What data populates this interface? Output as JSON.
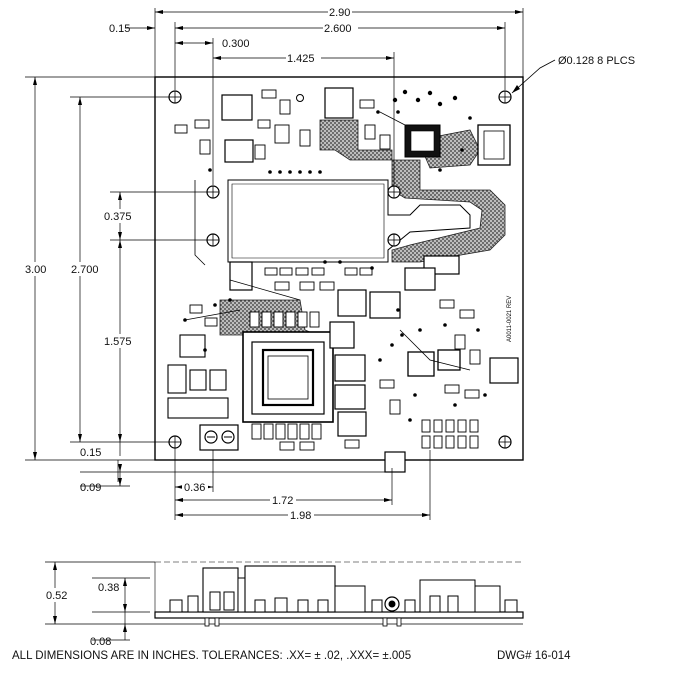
{
  "drawing": {
    "hole_callout": "Ø0.128  8  PLCS",
    "board_rev_label": "A0011-0021 REV"
  },
  "dimensions": {
    "top": {
      "overall_width": "2.90",
      "hole_span_x": "2.600",
      "offset_0300": "0.300",
      "offset_1425": "1.425",
      "edge_offset": "0.15"
    },
    "left": {
      "overall_height": "3.00",
      "hole_span_y": "2.700",
      "offset_0375": "0.375",
      "offset_1575": "1.575",
      "edge_offset": "0.15",
      "overhang": "0.09"
    },
    "bottom": {
      "offset_036": "0.36",
      "offset_172": "1.72",
      "offset_198": "1.98"
    },
    "side_view": {
      "overall_height": "0.52",
      "component_height": "0.38",
      "pcb_thickness": "0.08"
    }
  },
  "notes": {
    "general": "ALL DIMENSIONS ARE IN INCHES.  TOLERANCES: .XX= ± .02, .XXX= ±.005",
    "drawing_number": "DWG# 16-014"
  }
}
